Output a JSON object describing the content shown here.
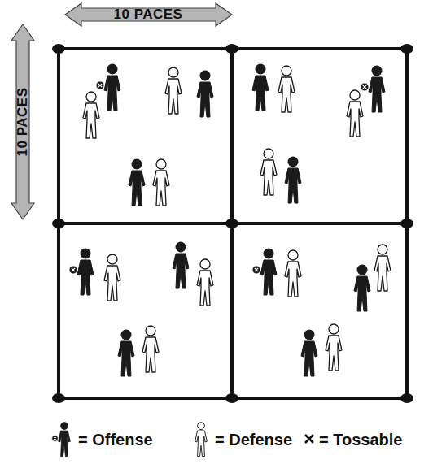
{
  "diagram": {
    "labels": [
      "10 PACES",
      "10 PACES"
    ],
    "legend": [
      {
        "text": "= Offense"
      },
      {
        "text": "= Defense"
      },
      {
        "text": "= Tossable"
      }
    ]
  }
}
